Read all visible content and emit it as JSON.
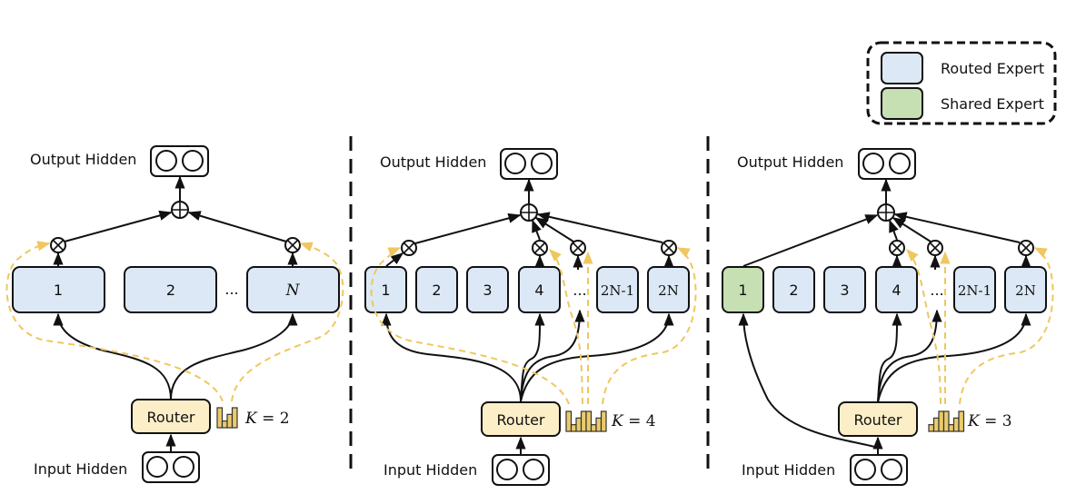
{
  "colors": {
    "routed_expert_fill": "#dce8f5",
    "shared_expert_fill": "#c6e0b4",
    "router_fill": "#fcefc8",
    "gate_dashed": "#f0c75e",
    "bar_fill": "#eacb6b",
    "stroke": "#111111"
  },
  "legend": {
    "items": [
      {
        "label": "Routed Expert",
        "kind": "routed"
      },
      {
        "label": "Shared Expert",
        "kind": "shared"
      }
    ]
  },
  "panels": [
    {
      "id": "a",
      "output_label": "Output Hidden",
      "input_label": "Input Hidden",
      "router_label": "Router",
      "k_label": "K = 2",
      "k_var": "K",
      "k_value": "2",
      "experts": [
        {
          "label": "1",
          "kind": "routed",
          "selected": true
        },
        {
          "label": "2",
          "kind": "routed",
          "selected": false
        },
        {
          "label": "N",
          "kind": "routed",
          "selected": true,
          "italic": true
        }
      ],
      "ellipsis": "...",
      "bars": [
        3,
        1,
        2,
        3
      ]
    },
    {
      "id": "b",
      "output_label": "Output Hidden",
      "input_label": "Input Hidden",
      "router_label": "Router",
      "k_label": "K = 4",
      "k_var": "K",
      "k_value": "4",
      "experts": [
        {
          "label": "1",
          "kind": "routed",
          "selected": true
        },
        {
          "label": "2",
          "kind": "routed",
          "selected": false
        },
        {
          "label": "3",
          "kind": "routed",
          "selected": false
        },
        {
          "label": "4",
          "kind": "routed",
          "selected": true
        },
        {
          "label": "2N-1",
          "kind": "routed",
          "selected": false
        },
        {
          "label": "2N",
          "kind": "routed",
          "selected": true
        }
      ],
      "ellipsis": "...",
      "bars": [
        3,
        1,
        2,
        3,
        3,
        1,
        2,
        3
      ]
    },
    {
      "id": "c",
      "output_label": "Output Hidden",
      "input_label": "Input Hidden",
      "router_label": "Router",
      "k_label": "K = 3",
      "k_var": "K",
      "k_value": "3",
      "experts": [
        {
          "label": "1",
          "kind": "shared",
          "selected": true
        },
        {
          "label": "2",
          "kind": "routed",
          "selected": false
        },
        {
          "label": "3",
          "kind": "routed",
          "selected": false
        },
        {
          "label": "4",
          "kind": "routed",
          "selected": true
        },
        {
          "label": "2N-1",
          "kind": "routed",
          "selected": false
        },
        {
          "label": "2N",
          "kind": "routed",
          "selected": true
        }
      ],
      "ellipsis": "...",
      "bars": [
        1,
        2,
        3,
        3,
        1,
        2,
        3
      ]
    }
  ]
}
